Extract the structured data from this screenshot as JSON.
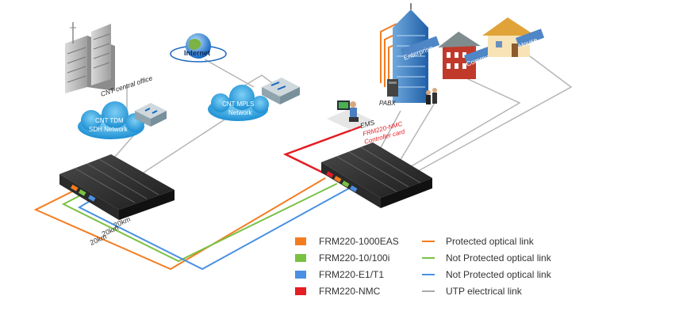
{
  "nodes": {
    "cnt_central_office": "CNT central office",
    "internet": "Internet",
    "cnt_tdm": "CNT TDM",
    "sdh_network": "SDH Network",
    "cnt_mpls": "CNT MPLS",
    "mpls_network": "Network",
    "enterprise": "Enterprise",
    "community": "Community",
    "house": "House",
    "pabx": "PABX",
    "ems": "EMS",
    "nmc_line1": "FRM220-NMC",
    "nmc_line2": "Controller card"
  },
  "distances": [
    "20km",
    "20km",
    "20km"
  ],
  "legend_modules": [
    {
      "label": "FRM220-1000EAS",
      "color": "#f47c20"
    },
    {
      "label": "FRM220-10/100i",
      "color": "#7ac143"
    },
    {
      "label": "FRM220-E1/T1",
      "color": "#4a90e2"
    },
    {
      "label": "FRM220-NMC",
      "color": "#e31e24"
    }
  ],
  "legend_links": [
    {
      "label": "Protected optical link",
      "color": "#f47c20"
    },
    {
      "label": "Not Protected optical link",
      "color": "#7ac143"
    },
    {
      "label": "Not Protected optical link",
      "color": "#4a90e2"
    },
    {
      "label": "UTP electrical link",
      "color": "#aaaaaa"
    }
  ]
}
